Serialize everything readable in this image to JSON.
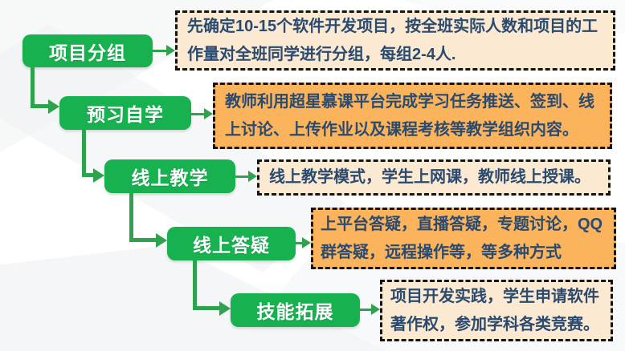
{
  "diagram": {
    "title": "teaching-process-flow",
    "steps": [
      {
        "label": "项目分组",
        "desc": "先确定10-15个软件开发项目，按全班实际人数和项目的工作量对全班同学进行分组，每组2-4人."
      },
      {
        "label": "预习自学",
        "desc": "教师利用超星慕课平台完成学习任务推送、签到、线上讨论、上传作业以及课程考核等教学组织内容。"
      },
      {
        "label": "线上教学",
        "desc": "线上教学模式，学生上网课，教师线上授课。"
      },
      {
        "label": "线上答疑",
        "desc": "上平台答疑，直播答疑，专题讨论，QQ群答疑，远程操作等，等多种方式"
      },
      {
        "label": "技能拓展",
        "desc": "项目开发实践，学生申请软件著作权，参加学科各类竞赛。"
      }
    ],
    "colors": {
      "node_green": "#17B150",
      "arrow_green": "#2EA24C",
      "desc_cream": "#FBEAD1",
      "desc_orange": "#FBB45C",
      "text_navy": "#2A4A70",
      "dash_border": "#141414"
    }
  }
}
